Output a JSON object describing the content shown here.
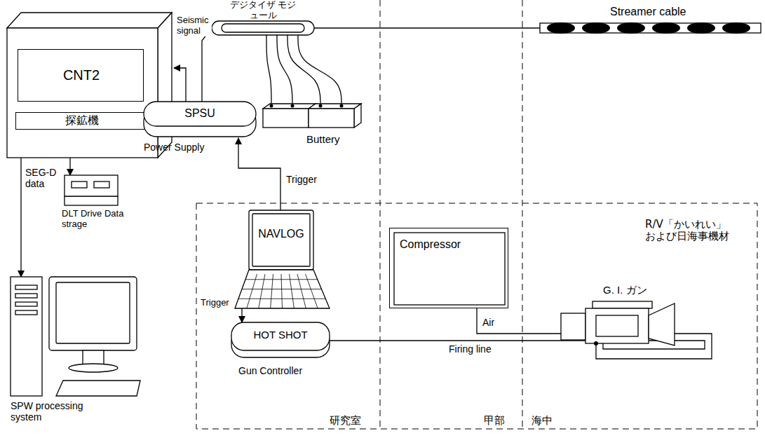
{
  "diagram": {
    "nodes": [
      {
        "text": [
          "CNT2"
        ]
      },
      {
        "text": [
          "探鉱機"
        ]
      },
      {
        "text": [
          "デジタイザ モジュール"
        ]
      },
      {
        "text": [
          "Streamer cable"
        ]
      },
      {
        "text": [
          "SPSU",
          "Power Supply"
        ]
      },
      {
        "text": [
          "Buttery"
        ]
      },
      {
        "text": [
          "DLT Drive Data strage"
        ]
      },
      {
        "text": [
          "SPW processing system"
        ]
      },
      {
        "text": [
          "NAVLOG"
        ]
      },
      {
        "text": [
          "HOT SHOT",
          "Gun Controller"
        ]
      },
      {
        "text": [
          "Compressor"
        ]
      },
      {
        "text": [
          "G. I. ガン"
        ]
      }
    ],
    "edges": [
      {
        "from": 4,
        "to": 0,
        "arrow": "to",
        "label": "Seismic signal"
      },
      {
        "from": 2,
        "to": 3,
        "arrow": "none"
      },
      {
        "from": 2,
        "to": 4,
        "arrow": "none"
      },
      {
        "from": 2,
        "to": 5,
        "arrow": "none"
      },
      {
        "from": 1,
        "to": 6,
        "arrow": "to"
      },
      {
        "from": 1,
        "to": 7,
        "arrow": "to",
        "label": "SEG-D data"
      },
      {
        "from": 8,
        "to": 4,
        "arrow": "to",
        "label": "Trigger"
      },
      {
        "from": 8,
        "to": 9,
        "arrow": "to",
        "label": "Trigger"
      },
      {
        "from": 10,
        "to": 11,
        "arrow": "none",
        "label": "Air"
      },
      {
        "from": 9,
        "to": 11,
        "arrow": "none",
        "label": "Firing line"
      }
    ],
    "labels": [
      "研究室",
      "甲部",
      "海中",
      "R/V「かいれい」 および日海事機材"
    ]
  }
}
